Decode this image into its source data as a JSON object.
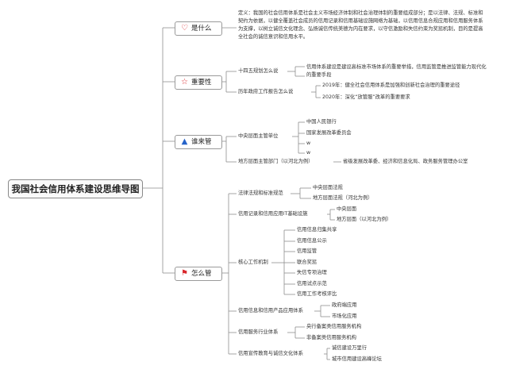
{
  "root": "我国社会信用体系建设思维导图",
  "branches": {
    "what": {
      "label": "是什么",
      "icon": "heart-icon",
      "color": "#d9262b"
    },
    "importance": {
      "label": "重要性",
      "icon": "star-icon",
      "color": "#d9262b"
    },
    "who": {
      "label": "谁来管",
      "icon": "flame-icon",
      "color": "#2563c9"
    },
    "how": {
      "label": "怎么管",
      "icon": "flag-icon",
      "color": "#d9262b"
    }
  },
  "definition": "定义：我国的社会信用体系是社会主义市场经济体制和社会治理体制的重要组成部分；是以法律、法规、标准和契约为依据，以健全覆盖社会成员的信用记录和信用基础设施网络为基础，以信用信息合规应用和信用服务体系为支撑，以树立诚信文化理念、弘扬诚信传统美德为内在要求，以守信激励和失信约束为奖惩机制，目的是提高全社会的诚信意识和信用水平。",
  "importance": {
    "plan_label": "十四五规划怎么说",
    "plan_text": "信用体系建设是建设高标准市场体系的重要举措，信用监管是推进监管能力现代化的重要手段",
    "report_label": "历年政府工作报告怎么说",
    "reports": [
      "2019年：健全社会信用体系是加强和创新社会治理的重要途径",
      "2020年：深化“放管服”改革的重要要求"
    ]
  },
  "who": {
    "central_label": "中央层面主管单位",
    "central_items": [
      "中国人民银行",
      "国家发展改革委员会",
      "w",
      "w"
    ],
    "local_label": "地方层面主管部门（以河北为例）",
    "local_item": "省级发展改革委、经济和信息化局、政务服务管理办公室"
  },
  "how": {
    "groups": [
      {
        "label": "法律法规和标准规范",
        "items": [
          "中央层面法规",
          "地方层面法规（河北为例）"
        ]
      },
      {
        "label": "信用记录和信用应用IT基础设施",
        "items": [
          "中央层面",
          "地方层面（以河北为例）"
        ]
      },
      {
        "label": "核心工作机制",
        "items": [
          "信用信息归集共享",
          "信用信息公示",
          "信用监管",
          "联合奖惩",
          "失信专项治理",
          "信用试点示范",
          "信用工作考核评比"
        ]
      },
      {
        "label": "信用信息和信用产品应用体系",
        "items": [
          "政府端应用",
          "市场化应用"
        ]
      },
      {
        "label": "信用服务行业体系",
        "items": [
          "央行备案类信用服务机构",
          "非备案类信用服务机构"
        ]
      },
      {
        "label": "信用宣传教育与诚信文化体系",
        "items": [
          "诚信建设万里行",
          "城市信用建设高峰论坛"
        ]
      }
    ]
  },
  "colors": {
    "line": "#8e8e8e",
    "border": "#9a9a9a"
  }
}
